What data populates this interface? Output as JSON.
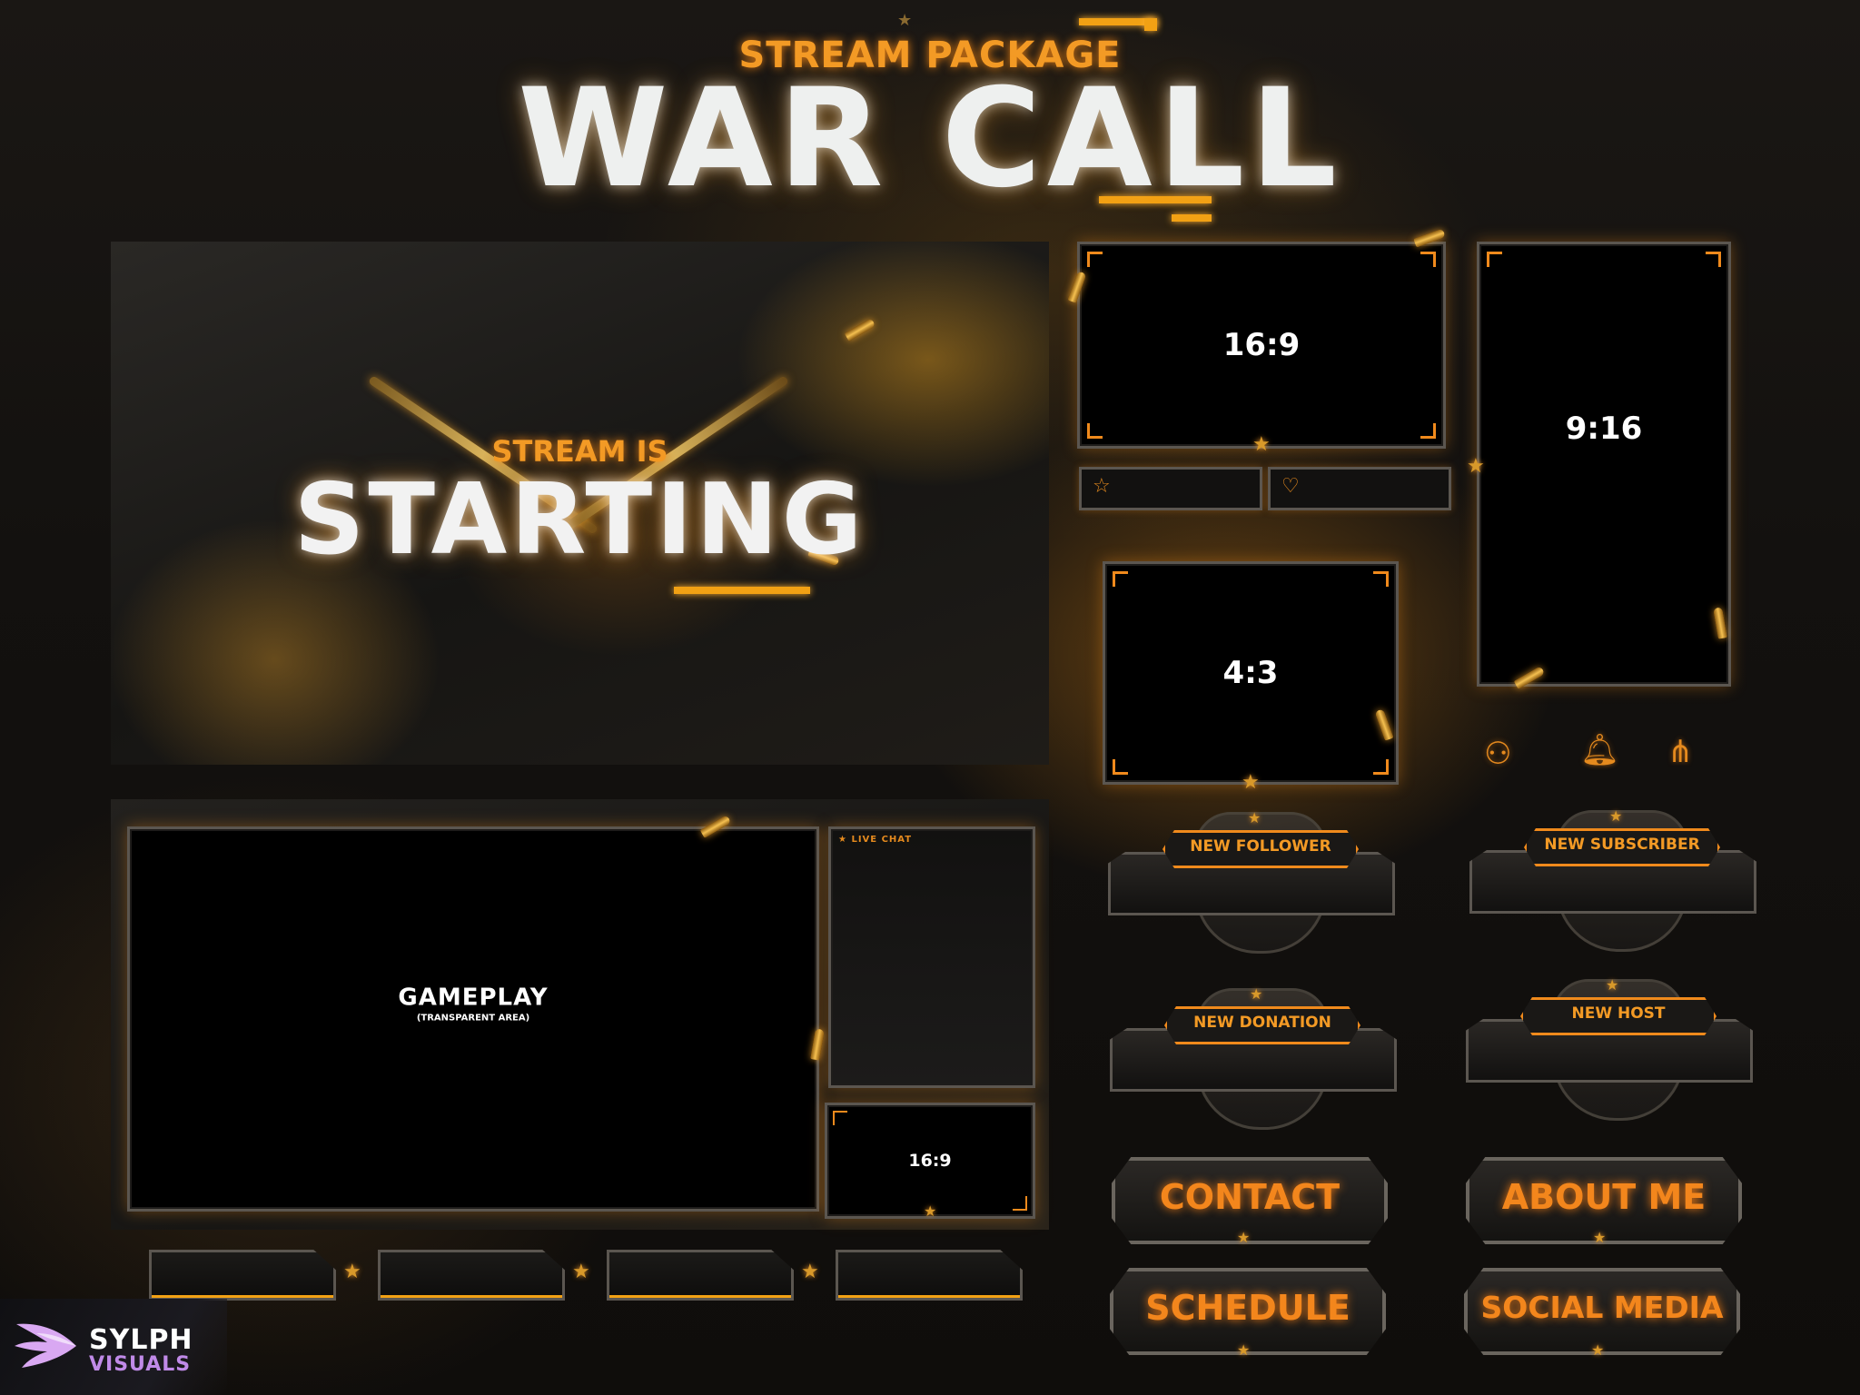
{
  "header": {
    "subtitle": "STREAM PACKAGE",
    "title": "WAR CALL"
  },
  "starting_screen": {
    "line1": "STREAM IS",
    "line2": "STARTING"
  },
  "webcam_frames": {
    "wide": "16:9",
    "portrait": "9:16",
    "classic": "4:3"
  },
  "gameplay": {
    "label": "GAMEPLAY",
    "sublabel": "(TRANSPARENT AREA)",
    "chat_label": "LIVE CHAT",
    "cam_label": "16:9"
  },
  "alerts": [
    {
      "label": "NEW FOLLOWER"
    },
    {
      "label": "NEW SUBSCRIBER"
    },
    {
      "label": "NEW DONATION"
    },
    {
      "label": "NEW HOST"
    }
  ],
  "panels": {
    "contact": "CONTACT",
    "about": "ABOUT ME",
    "schedule": "SCHEDULE",
    "social": "SOCIAL MEDIA"
  },
  "icons": {
    "bar_left": "star-icon",
    "bar_right": "heart-icon",
    "social": [
      "users-icon",
      "bell-icon",
      "share-icon"
    ]
  },
  "brand": {
    "name_top": "SYLPH",
    "name_bottom": "VISUALS"
  },
  "colors": {
    "accent": "#f39a25",
    "frame": "#5b5650",
    "background": "#13110f",
    "brand": "#c08ae8"
  }
}
